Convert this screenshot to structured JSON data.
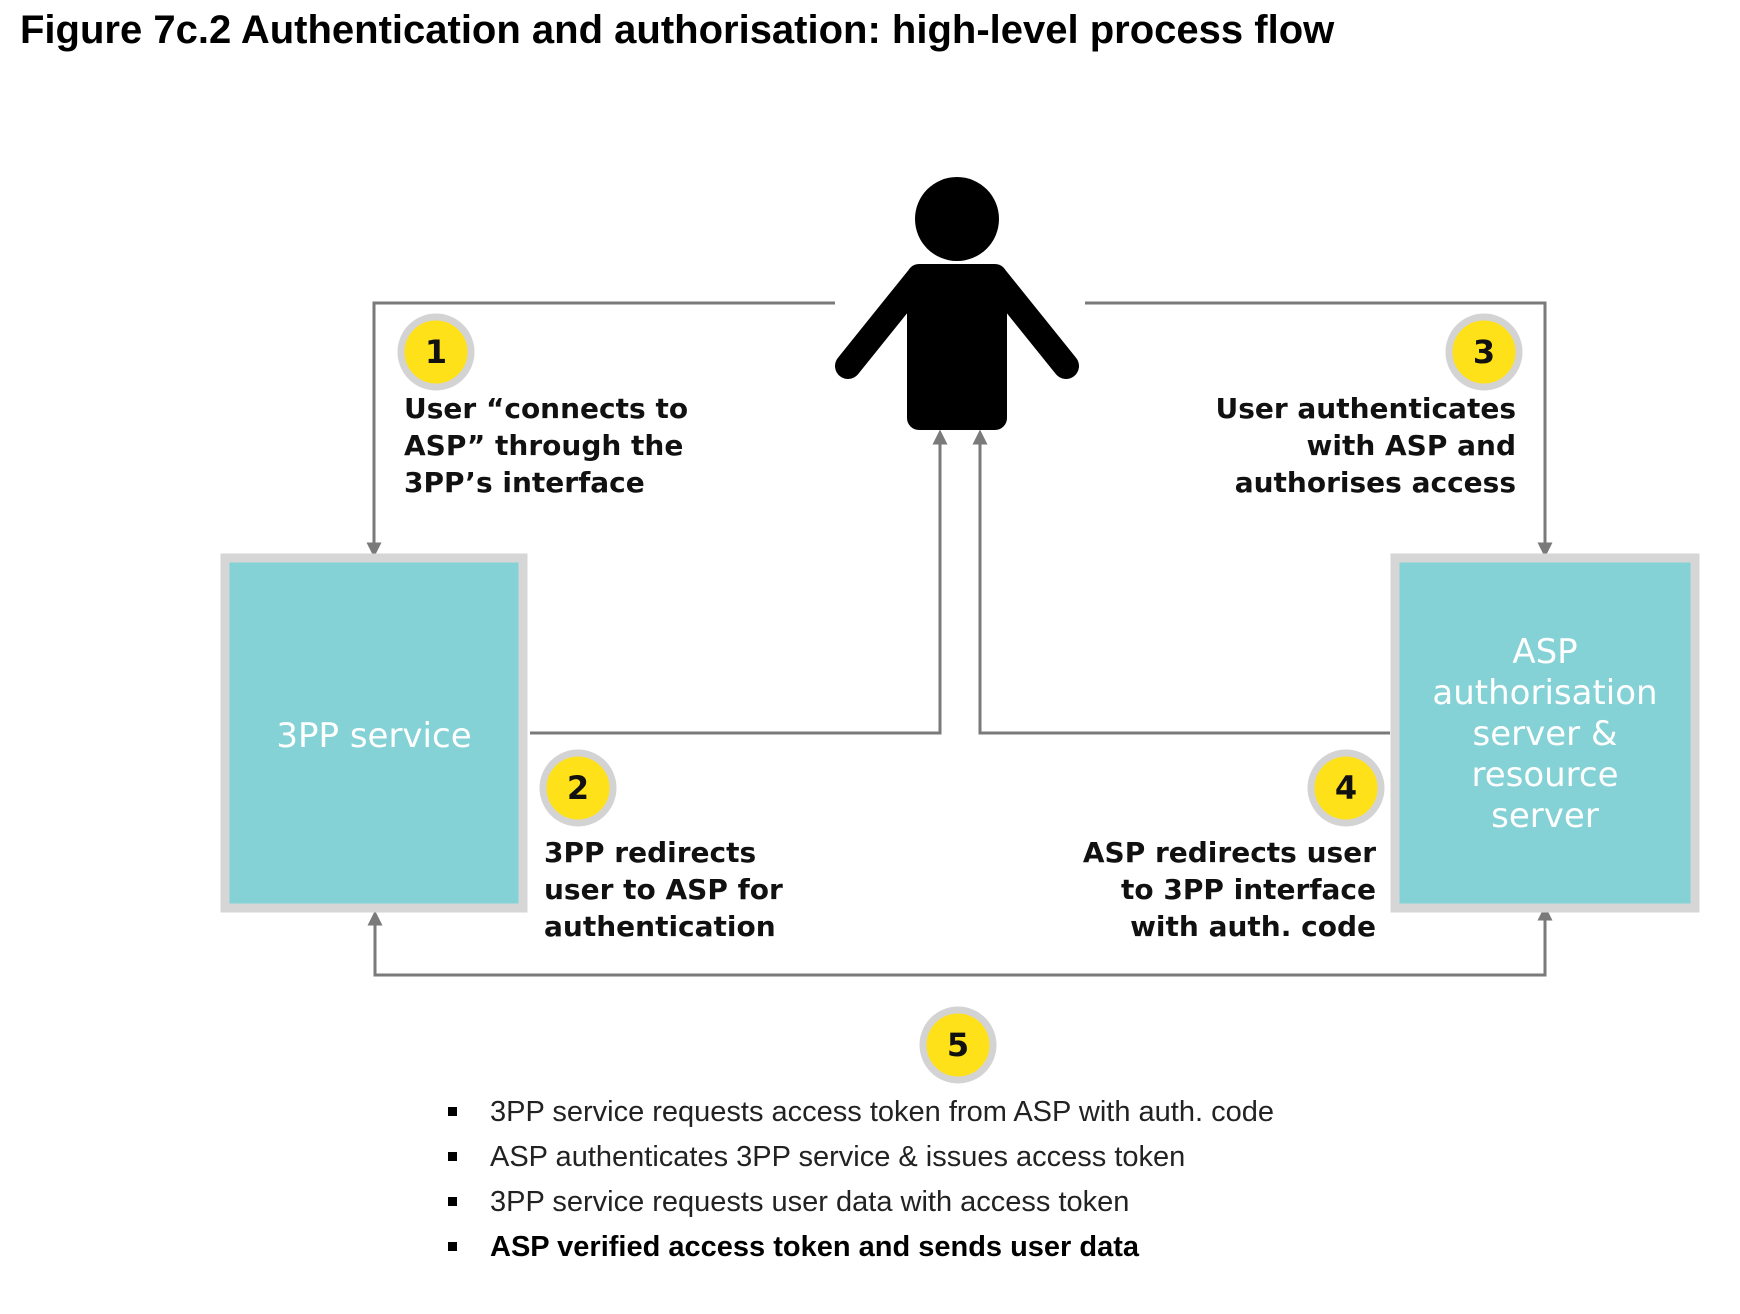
{
  "title": "Figure 7c.2 Authentication and authorisation: high-level process flow",
  "colors": {
    "box_fill": "#84d1d6",
    "box_border": "#d6d6d6",
    "badge_fill": "#ffe11a",
    "badge_ring": "#d3d3d3",
    "arrow": "#7a7a7a",
    "user_icon": "#000000"
  },
  "user_icon": "person-icon",
  "boxes": {
    "third_party": {
      "label": [
        "3PP service"
      ]
    },
    "asp": {
      "label": [
        "ASP",
        "authorisation",
        "server &",
        "resource",
        "server"
      ]
    }
  },
  "steps": [
    {
      "number": "1",
      "lines": [
        "User “connects to",
        "ASP” through the",
        "3PP’s  interface"
      ]
    },
    {
      "number": "2",
      "lines": [
        "3PP redirects",
        "user to ASP for",
        "authentication"
      ]
    },
    {
      "number": "3",
      "lines": [
        "User authenticates",
        "with ASP and",
        "authorises access"
      ]
    },
    {
      "number": "4",
      "lines": [
        "ASP redirects user",
        "to 3PP interface",
        "with auth. code"
      ]
    },
    {
      "number": "5",
      "lines": []
    }
  ],
  "summary": [
    {
      "text": "3PP service  requests  access token  from ASP with auth.  code",
      "bold": false
    },
    {
      "text": "ASP authenticates  3PP service & issues access token",
      "bold": false
    },
    {
      "text": "3PP service  requests  user data  with access token",
      "bold": false
    },
    {
      "text": "ASP verified  access  token  and sends  user data",
      "bold": true
    }
  ]
}
